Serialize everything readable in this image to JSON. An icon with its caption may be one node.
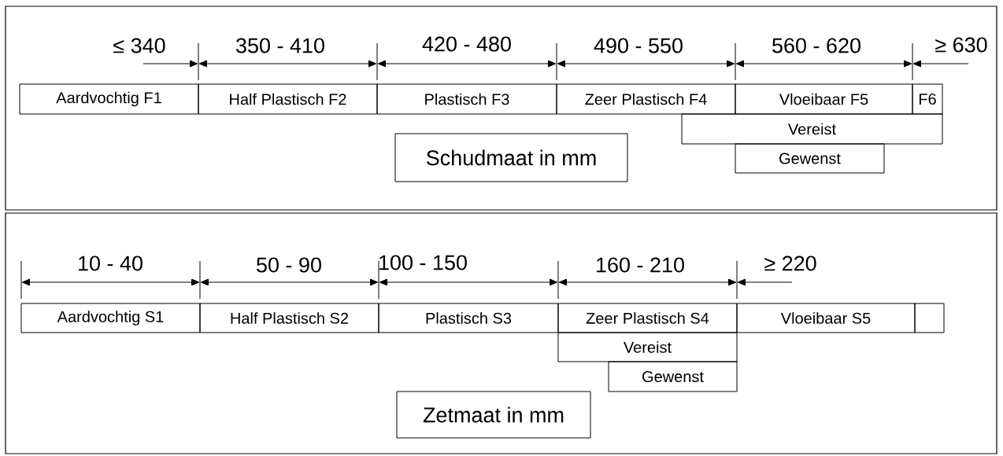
{
  "diagram": {
    "nodes": [
      {
        "text": [],
        "shape": "box"
      },
      {
        "text": [
          "Aardvochtig F1"
        ],
        "in": 0
      },
      {
        "text": [
          "Half Plastisch F2"
        ],
        "in": 0
      },
      {
        "text": [
          "Plastisch F3"
        ],
        "in": 0
      },
      {
        "text": [
          "Zeer Plastisch F4"
        ],
        "in": 0
      },
      {
        "text": [
          "Vloeibaar F5"
        ],
        "in": 0
      },
      {
        "text": [
          "F6"
        ],
        "in": 0
      },
      {
        "text": [
          "Vereist"
        ],
        "in": 0
      },
      {
        "text": [
          "Gewenst"
        ],
        "in": 0
      },
      {
        "text": [
          "Schudmaat in mm"
        ],
        "in": 0
      },
      {
        "text": [],
        "shape": "box"
      },
      {
        "text": [
          "Aardvochtig S1"
        ],
        "in": 10
      },
      {
        "text": [
          "Half Plastisch S2"
        ],
        "in": 10
      },
      {
        "text": [
          "Plastisch S3"
        ],
        "in": 10
      },
      {
        "text": [
          "Zeer Plastisch S4"
        ],
        "in": 10
      },
      {
        "text": [
          "Vloeibaar S5"
        ],
        "in": 10
      },
      {
        "text": [],
        "shape": "box",
        "in": 10
      },
      {
        "text": [
          "Vereist"
        ],
        "in": 10
      },
      {
        "text": [
          "Gewenst"
        ],
        "in": 10
      },
      {
        "text": [
          "Zetmaat in mm"
        ],
        "in": 10
      }
    ],
    "labels": [
      "≤ 340",
      "350 - 410",
      "420 - 480",
      "490 - 550",
      "560 - 620",
      "≥ 630",
      "10 - 40",
      "50 - 90",
      "100 - 150",
      "160 - 210",
      "≥ 220"
    ]
  }
}
